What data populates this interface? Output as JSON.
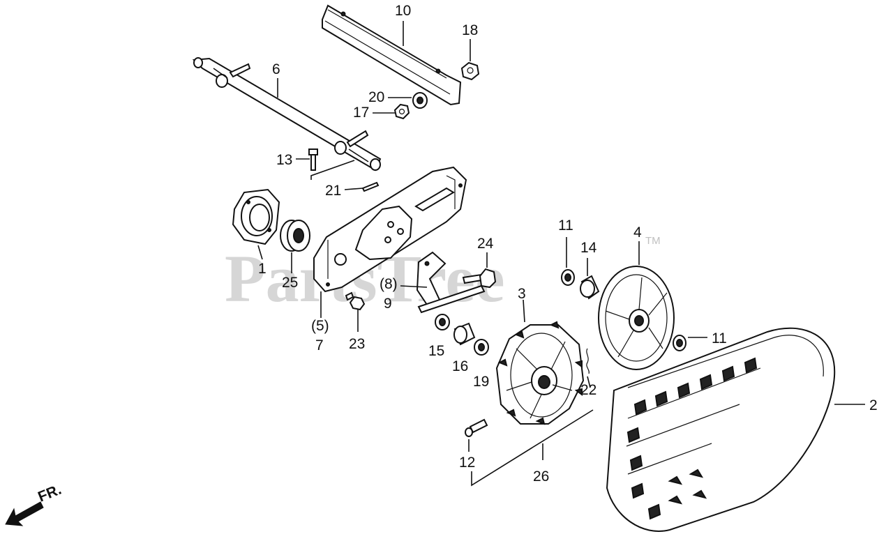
{
  "watermark": {
    "text": "PartsTree",
    "tm": "TM"
  },
  "orientation": {
    "label": "FR."
  },
  "callouts": {
    "c1": "1",
    "c2": "2",
    "c3": "3",
    "c4": "4",
    "c5": "(5)",
    "c6": "6",
    "c7": "7",
    "c8": "(8)",
    "c9": "9",
    "c10": "10",
    "c11a": "11",
    "c11b": "11",
    "c12": "12",
    "c13": "13",
    "c14": "14",
    "c15": "15",
    "c16": "16",
    "c17": "17",
    "c18": "18",
    "c19": "19",
    "c20": "20",
    "c21": "21",
    "c22": "22",
    "c23": "23",
    "c24": "24",
    "c25": "25",
    "c26": "26"
  }
}
